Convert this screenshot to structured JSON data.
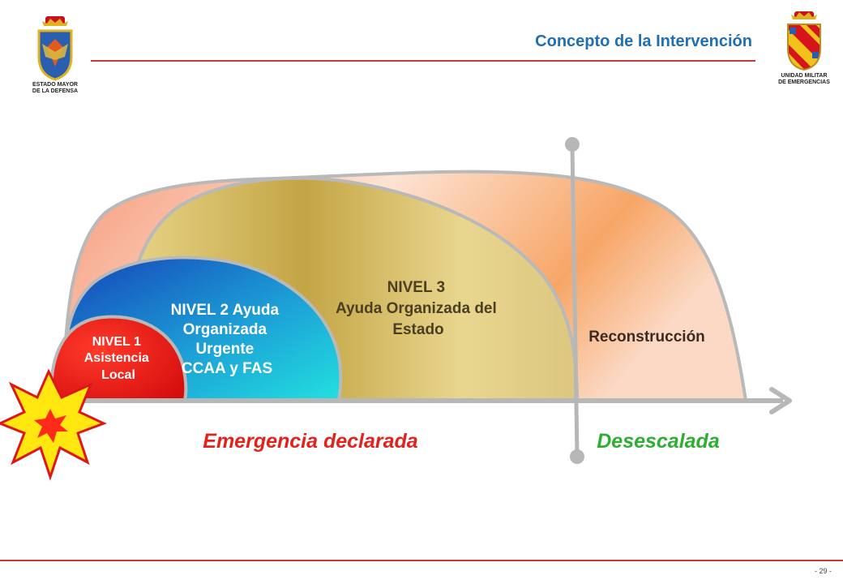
{
  "header": {
    "title": "Concepto de la Intervención",
    "left_logo_caption_1": "ESTADO MAYOR",
    "left_logo_caption_2": "DE LA DEFENSA",
    "right_logo_caption_1": "UNIDAD MILITAR",
    "right_logo_caption_2": "DE EMERGENCIAS"
  },
  "diagram": {
    "nivel1": [
      "NIVEL 1",
      "Asistencia",
      "Local"
    ],
    "nivel2": [
      "NIVEL 2 Ayuda",
      "Organizada",
      "Urgente",
      "CCAA  y FAS"
    ],
    "nivel3": [
      "NIVEL 3",
      "Ayuda Organizada del",
      "Estado"
    ],
    "reconstruccion": "Reconstrucción",
    "phase_left": "Emergencia declarada",
    "phase_right": "Desescalada"
  },
  "footer": {
    "page": "- 29 -"
  },
  "colors": {
    "title": "#1f6fb2",
    "rule": "#c33a3a",
    "nivel1": "#e01515",
    "nivel2_start": "#1a4fc4",
    "nivel2_end": "#1fd6e0",
    "nivel3": "#c9ab4b",
    "reconstruccion": "#f7a36b",
    "phase_left": "#e3221c",
    "phase_right": "#2fae34",
    "axis": "#b7b7b7"
  }
}
